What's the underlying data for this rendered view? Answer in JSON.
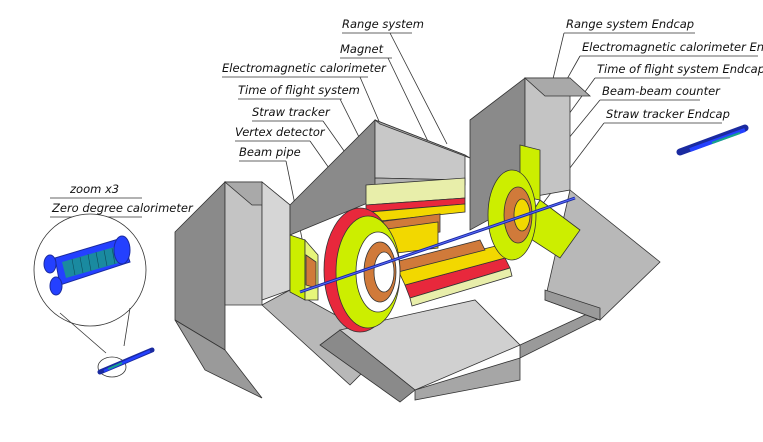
{
  "labels": {
    "range_system": "Range system",
    "magnet": "Magnet",
    "electromagnetic_calorimeter": "Electromagnetic calorimeter",
    "time_of_flight_system": "Time of flight system",
    "straw_tracker": "Straw tracker",
    "vertex_detector": "Vertex detector",
    "beam_pipe": "Beam pipe",
    "range_system_endcap": "Range system Endcap",
    "electromagnetic_calorimeter_endcap": "Electromagnetic calorimeter Endcap",
    "time_of_flight_system_endcap": "Time of flight system Endcap",
    "beam_beam_counter": "Beam-beam counter",
    "straw_tracker_endcap": "Straw tracker Endcap",
    "zoom": "zoom x3",
    "zero_degree_calorimeter": "Zero degree calorimeter"
  },
  "colors": {
    "range_system": "#bdbdbd",
    "magnet": "#e8eeaa",
    "electromagnetic_calorimeter": "#f2d800",
    "time_of_flight": "#e8283c",
    "straw_tracker": "#d07a3a",
    "beam_pipe": "#1a2aa0",
    "zero_degree_calorimeter": "#2440ff",
    "endcap_ecal": "#ccee00"
  }
}
